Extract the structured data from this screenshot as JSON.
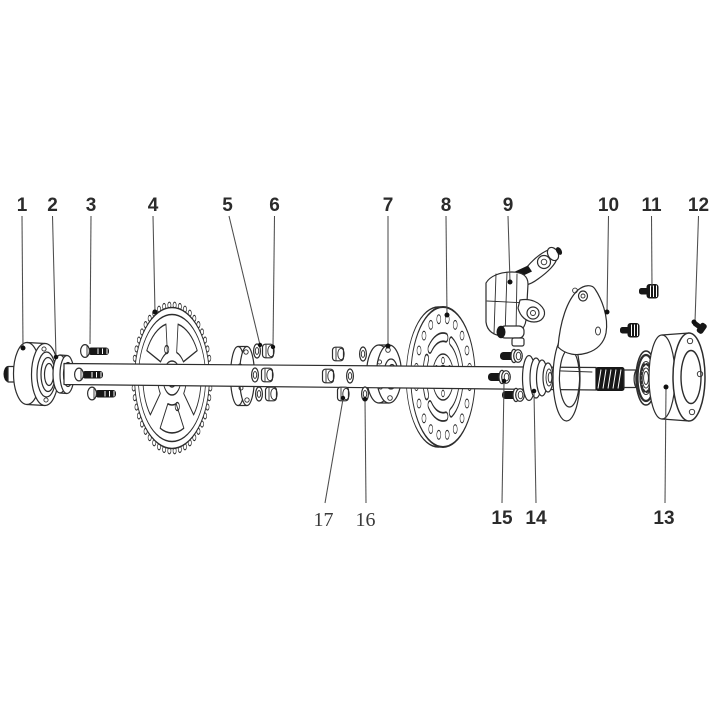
{
  "figure": {
    "background": "#ffffff",
    "ink_color": "#2d2d2d",
    "leader_color": "#4d4d4d",
    "label_color": "#2b2b2b"
  },
  "callouts": {
    "top": [
      {
        "label": "1"
      },
      {
        "label": "2"
      },
      {
        "label": "3"
      },
      {
        "label": "4"
      },
      {
        "label": "5"
      },
      {
        "label": "6"
      },
      {
        "label": "7"
      },
      {
        "label": "8"
      },
      {
        "label": "9"
      },
      {
        "label": "10"
      },
      {
        "label": "11"
      },
      {
        "label": "12"
      }
    ],
    "bottom": [
      {
        "label": "17"
      },
      {
        "label": "16"
      },
      {
        "label": "15"
      },
      {
        "label": "14"
      },
      {
        "label": "13"
      }
    ]
  }
}
